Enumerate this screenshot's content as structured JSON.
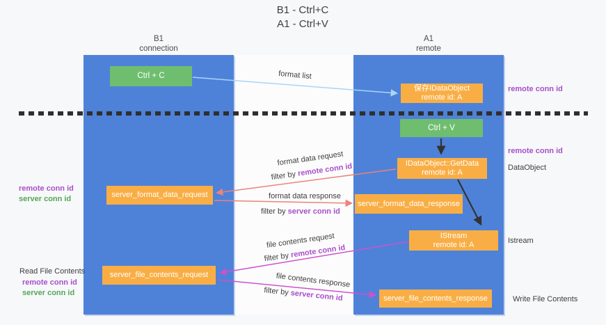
{
  "title": {
    "line1": "B1 - Ctrl+C",
    "line2": "A1 - Ctrl+V"
  },
  "lanes": {
    "left": {
      "name": "B1",
      "subtitle": "connection"
    },
    "right": {
      "name": "A1",
      "subtitle": "remote"
    }
  },
  "nodes": {
    "ctrl_c": "Ctrl + C",
    "save_idataobject": {
      "line1": "保存IDataObject",
      "line2": "remote id: A"
    },
    "ctrl_v": "Ctrl + V",
    "getdata": {
      "line1": "IDataObject::GetData",
      "line2": "remote id: A"
    },
    "server_format_data_request": "server_format_data_request",
    "server_format_data_response": "server_format_data_response",
    "istream": {
      "line1": "IStream",
      "line2": "remote id: A"
    },
    "server_file_contents_request": "server_file_contents_request",
    "server_file_contents_response": "server_file_contents_response"
  },
  "edge_labels": {
    "format_list": "format list",
    "format_data_request": "format data request",
    "format_data_response": "format data response",
    "file_contents_request": "file contents request",
    "file_contents_response": "file contents response",
    "filter_by": "filter by ",
    "remote_conn_id": "remote conn id",
    "server_conn_id": "server conn id"
  },
  "annotations": {
    "remote_conn_id": "remote conn id",
    "server_conn_id": "server conn id",
    "dataobject": "DataObject",
    "istream": "Istream",
    "read_file_contents": "Read File Contents",
    "write_file_contents": "Write File Contents"
  },
  "colors": {
    "lane_blue": "#4e82d8",
    "node_green": "#6fbe6f",
    "node_orange": "#f9ae45",
    "arrow_light_blue": "#a9d5f5",
    "arrow_salmon": "#ec8379",
    "arrow_magenta": "#cc52cc",
    "arrow_black": "#333333",
    "text_purple": "#a84fc8",
    "text_green": "#53a656"
  }
}
